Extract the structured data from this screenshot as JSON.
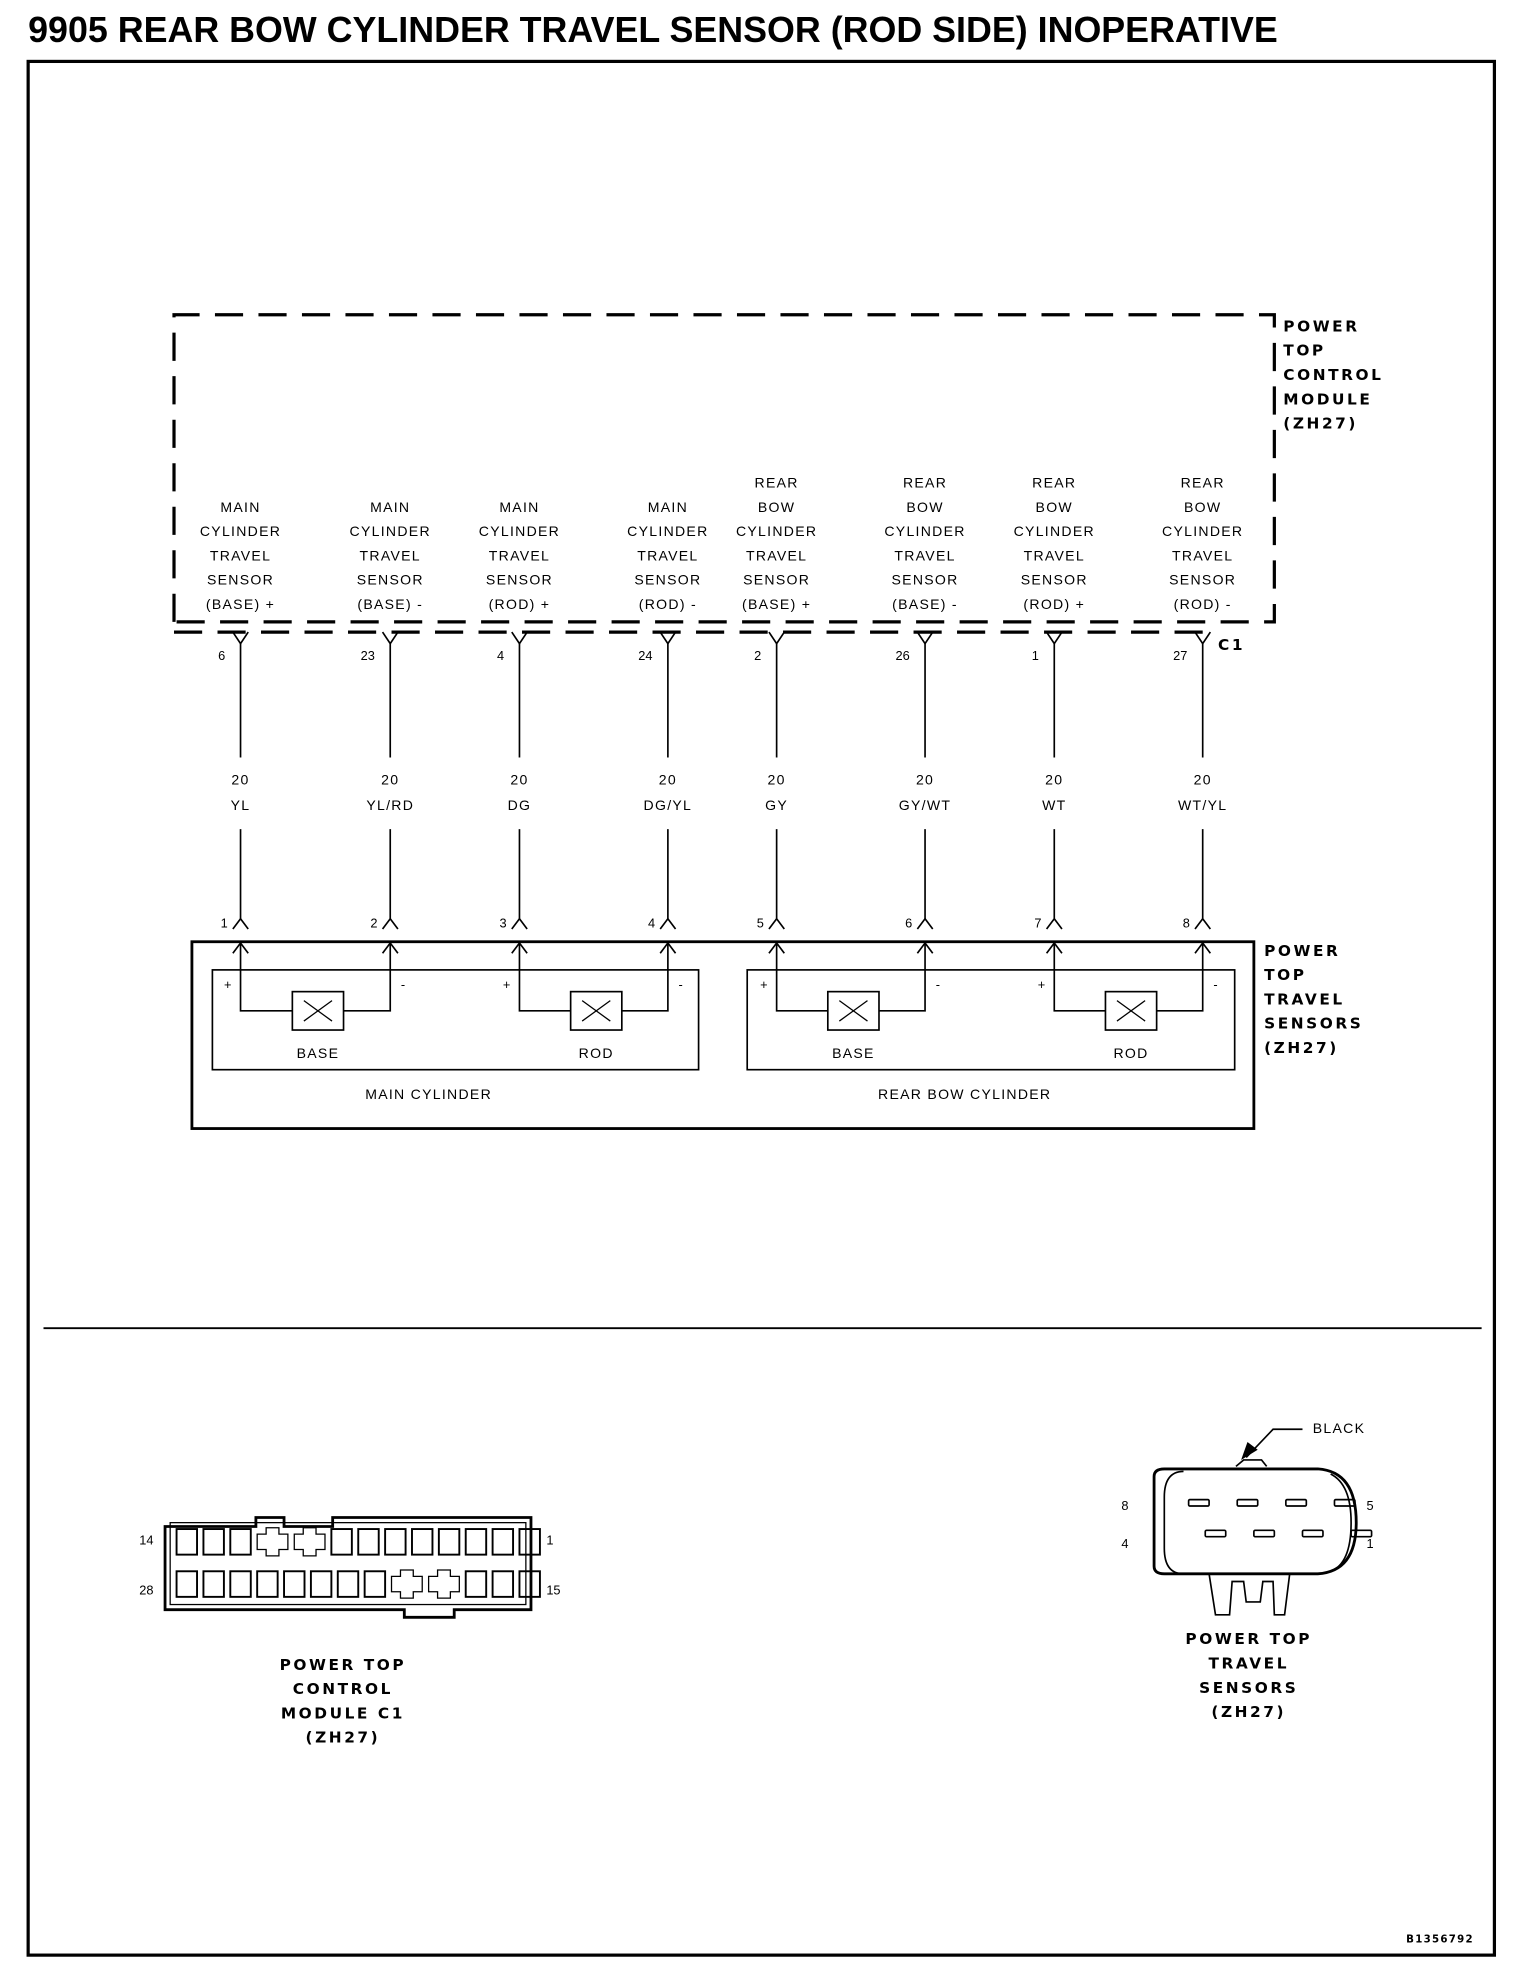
{
  "page": {
    "title": "9905 REAR BOW CYLINDER TRAVEL SENSOR (ROD SIDE) INOPERATIVE",
    "id_code": "B1356792"
  },
  "module": {
    "name_lines": [
      "POWER",
      "TOP",
      "CONTROL",
      "MODULE",
      "(ZH27)"
    ],
    "connector_label": "C1"
  },
  "sensors_box": {
    "name_lines": [
      "POWER",
      "TOP",
      "TRAVEL",
      "SENSORS",
      "(ZH27)"
    ],
    "groups": [
      {
        "label": "MAIN CYLINDER",
        "sensors": [
          "BASE",
          "ROD"
        ]
      },
      {
        "label": "REAR BOW CYLINDER",
        "sensors": [
          "BASE",
          "ROD"
        ]
      }
    ],
    "plus_sign": "+",
    "minus_sign": "-"
  },
  "circuits": [
    {
      "pin_module": "6",
      "func": [
        "MAIN",
        "CYLINDER",
        "TRAVEL",
        "SENSOR",
        "(BASE) +"
      ],
      "gauge": "20",
      "color": "YL",
      "pin_sensor": "1"
    },
    {
      "pin_module": "23",
      "func": [
        "MAIN",
        "CYLINDER",
        "TRAVEL",
        "SENSOR",
        "(BASE) -"
      ],
      "gauge": "20",
      "color": "YL/RD",
      "pin_sensor": "2"
    },
    {
      "pin_module": "4",
      "func": [
        "MAIN",
        "CYLINDER",
        "TRAVEL",
        "SENSOR",
        "(ROD) +"
      ],
      "gauge": "20",
      "color": "DG",
      "pin_sensor": "3"
    },
    {
      "pin_module": "24",
      "func": [
        "MAIN",
        "CYLINDER",
        "TRAVEL",
        "SENSOR",
        "(ROD) -"
      ],
      "gauge": "20",
      "color": "DG/YL",
      "pin_sensor": "4"
    },
    {
      "pin_module": "2",
      "func": [
        "REAR",
        "BOW",
        "CYLINDER",
        "TRAVEL",
        "SENSOR",
        "(BASE) +"
      ],
      "gauge": "20",
      "color": "GY",
      "pin_sensor": "5"
    },
    {
      "pin_module": "26",
      "func": [
        "REAR",
        "BOW",
        "CYLINDER",
        "TRAVEL",
        "SENSOR",
        "(BASE) -"
      ],
      "gauge": "20",
      "color": "GY/WT",
      "pin_sensor": "6"
    },
    {
      "pin_module": "1",
      "func": [
        "REAR",
        "BOW",
        "CYLINDER",
        "TRAVEL",
        "SENSOR",
        "(ROD) +"
      ],
      "gauge": "20",
      "color": "WT",
      "pin_sensor": "7"
    },
    {
      "pin_module": "27",
      "func": [
        "REAR",
        "BOW",
        "CYLINDER",
        "TRAVEL",
        "SENSOR",
        "(ROD) -"
      ],
      "gauge": "20",
      "color": "WT/YL",
      "pin_sensor": "8"
    }
  ],
  "connector_views": {
    "module_c1": {
      "name_lines": [
        "POWER TOP",
        "CONTROL",
        "MODULE C1",
        "(ZH27)"
      ],
      "pin_labels": {
        "top_left": "14",
        "top_right": "1",
        "bottom_left": "28",
        "bottom_right": "15"
      },
      "pin_count": 28
    },
    "sensors": {
      "name_lines": [
        "POWER TOP",
        "TRAVEL",
        "SENSORS",
        "(ZH27)"
      ],
      "color_callout": "BLACK",
      "pin_labels": {
        "top_left": "8",
        "top_right": "5",
        "bottom_left": "4",
        "bottom_right": "1"
      },
      "pin_count": 8
    }
  }
}
